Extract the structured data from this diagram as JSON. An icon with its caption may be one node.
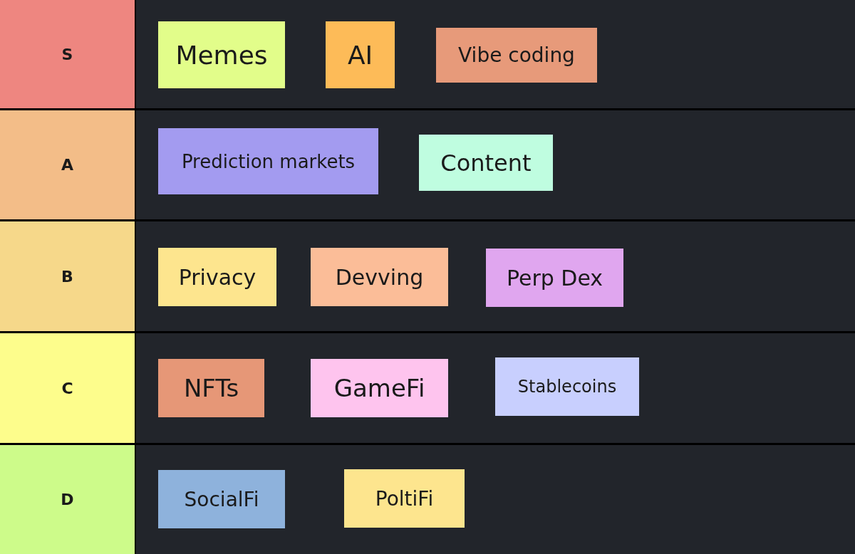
{
  "diagram": {
    "nodes": [
      {
        "text": [
          "S"
        ]
      },
      {
        "text": [
          "Memes"
        ]
      },
      {
        "text": [
          "AI"
        ]
      },
      {
        "text": [
          "Vibe coding"
        ]
      },
      {
        "text": [
          "A"
        ]
      },
      {
        "text": [
          "Prediction markets"
        ]
      },
      {
        "text": [
          "Content"
        ]
      },
      {
        "text": [
          "B"
        ]
      },
      {
        "text": [
          "Privacy"
        ]
      },
      {
        "text": [
          "Devving"
        ]
      },
      {
        "text": [
          "Perp Dex"
        ]
      },
      {
        "text": [
          "C"
        ]
      },
      {
        "text": [
          "NFTs"
        ]
      },
      {
        "text": [
          "GameFi"
        ]
      },
      {
        "text": [
          "Stablecoins"
        ]
      },
      {
        "text": [
          "D"
        ]
      },
      {
        "text": [
          "SocialFi"
        ]
      },
      {
        "text": [
          "PoltiFi"
        ]
      }
    ]
  }
}
